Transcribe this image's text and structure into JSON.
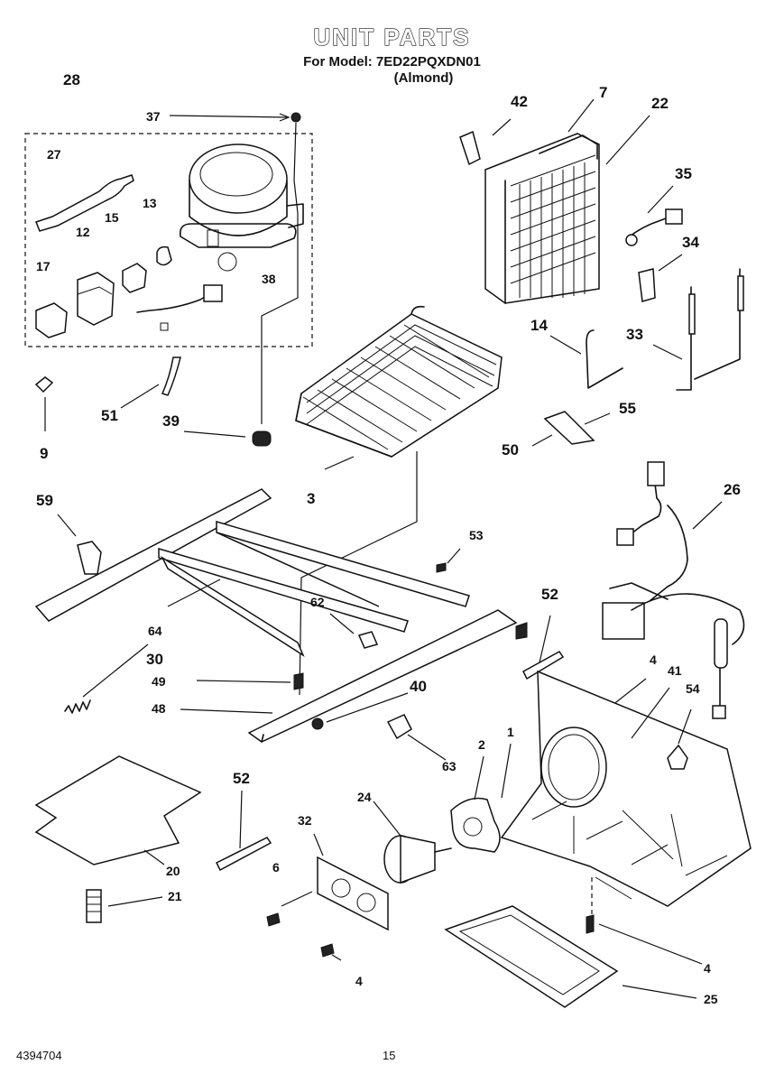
{
  "header": {
    "title": "UNIT PARTS",
    "model_line": "For Model: 7ED22PQXDN01",
    "color_line": "(Almond)"
  },
  "callouts": [
    {
      "key": "c28",
      "label": "28"
    },
    {
      "key": "c37",
      "label": "37"
    },
    {
      "key": "c27",
      "label": "27"
    },
    {
      "key": "c13",
      "label": "13"
    },
    {
      "key": "c15",
      "label": "15"
    },
    {
      "key": "c12",
      "label": "12"
    },
    {
      "key": "c17",
      "label": "17"
    },
    {
      "key": "c38",
      "label": "38"
    },
    {
      "key": "c42",
      "label": "42"
    },
    {
      "key": "c7",
      "label": "7"
    },
    {
      "key": "c22",
      "label": "22"
    },
    {
      "key": "c35",
      "label": "35"
    },
    {
      "key": "c34",
      "label": "34"
    },
    {
      "key": "c14",
      "label": "14"
    },
    {
      "key": "c33",
      "label": "33"
    },
    {
      "key": "c51",
      "label": "51"
    },
    {
      "key": "c39",
      "label": "39"
    },
    {
      "key": "c9",
      "label": "9"
    },
    {
      "key": "c3",
      "label": "3"
    },
    {
      "key": "c55",
      "label": "55"
    },
    {
      "key": "c50",
      "label": "50"
    },
    {
      "key": "c59",
      "label": "59"
    },
    {
      "key": "c26",
      "label": "26"
    },
    {
      "key": "c53",
      "label": "53"
    },
    {
      "key": "c62",
      "label": "62"
    },
    {
      "key": "c52a",
      "label": "52"
    },
    {
      "key": "c64",
      "label": "64"
    },
    {
      "key": "c30",
      "label": "30"
    },
    {
      "key": "c49",
      "label": "49"
    },
    {
      "key": "c40",
      "label": "40"
    },
    {
      "key": "c48",
      "label": "48"
    },
    {
      "key": "c4a",
      "label": "4"
    },
    {
      "key": "c41",
      "label": "41"
    },
    {
      "key": "c54",
      "label": "54"
    },
    {
      "key": "c63",
      "label": "63"
    },
    {
      "key": "c2",
      "label": "2"
    },
    {
      "key": "c1",
      "label": "1"
    },
    {
      "key": "c52b",
      "label": "52"
    },
    {
      "key": "c24",
      "label": "24"
    },
    {
      "key": "c32",
      "label": "32"
    },
    {
      "key": "c20",
      "label": "20"
    },
    {
      "key": "c21",
      "label": "21"
    },
    {
      "key": "c6",
      "label": "6"
    },
    {
      "key": "c4b",
      "label": "4"
    },
    {
      "key": "c4c",
      "label": "4"
    },
    {
      "key": "c25",
      "label": "25"
    }
  ],
  "footer": {
    "doc_number": "4394704",
    "page_number": "15"
  }
}
